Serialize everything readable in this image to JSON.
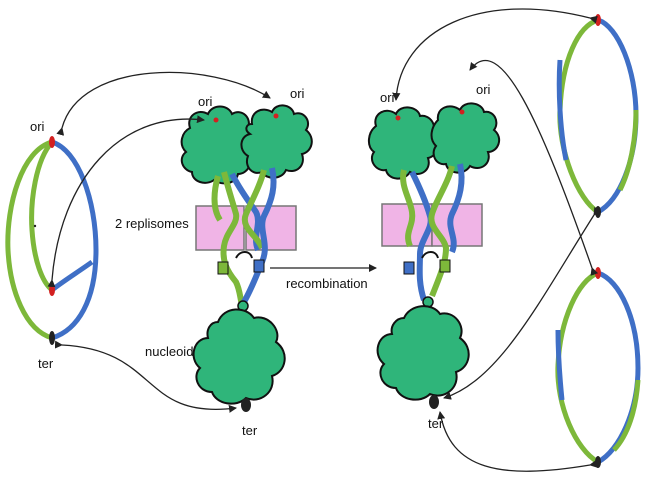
{
  "labels": {
    "ori": "ori",
    "ter": "ter",
    "replisomes": "2 replisomes",
    "recombination": "recombination",
    "nucleoid": "nucleoid"
  },
  "colors": {
    "green_strand": "#7db83a",
    "blue_strand": "#3f6fc6",
    "nucleoid_fill": "#2fb57a",
    "replisome_fill": "#f0b4e6",
    "ori_marker": "#d32020",
    "ter_marker": "#222222",
    "arrow": "#222222"
  }
}
